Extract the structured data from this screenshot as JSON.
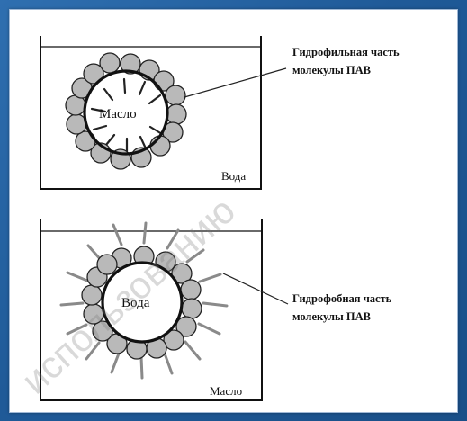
{
  "top_panel": {
    "center_label": "Масло",
    "medium_label": "Вода",
    "callout": [
      "Гидрофильная часть",
      "молекулы ПАВ"
    ]
  },
  "bottom_panel": {
    "center_label": "Вода",
    "medium_label": "Масло",
    "callout": [
      "Гидрофобная часть",
      "молекулы ПАВ"
    ]
  },
  "watermark": "использованию",
  "colors": {
    "background": "#1f5a98",
    "head_fill": "#b9b9b9",
    "line": "#111111",
    "tail_gray": "#8a8a8a"
  }
}
